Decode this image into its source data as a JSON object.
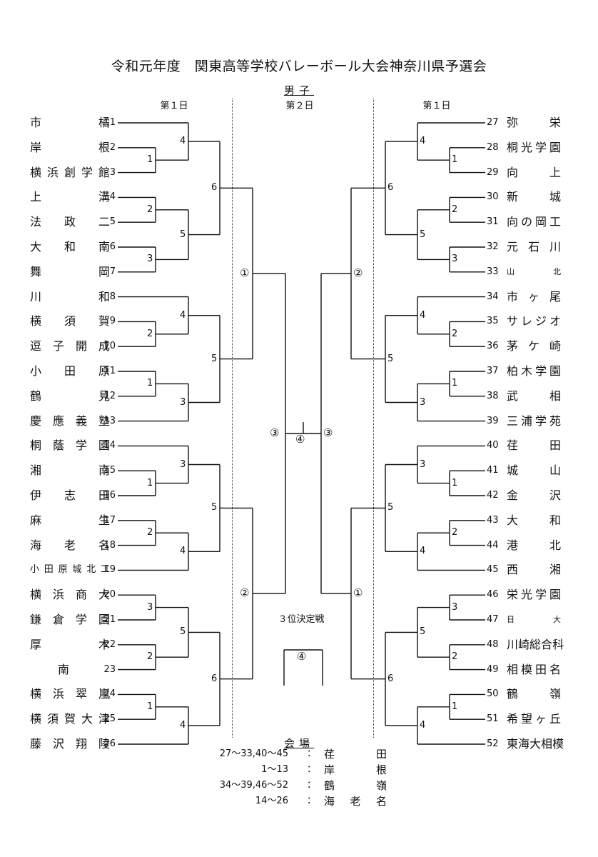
{
  "title": "令和元年度　関東高等学校バレーボール大会神奈川県予選会",
  "section": "男子",
  "day_headers": {
    "left": "第１日",
    "center": "第２日",
    "right": "第１日"
  },
  "left_teams": [
    {
      "no": "1",
      "name": "市橘"
    },
    {
      "no": "2",
      "name": "岸根"
    },
    {
      "no": "3",
      "name": "横浜創学館"
    },
    {
      "no": "4",
      "name": "上溝"
    },
    {
      "no": "5",
      "name": "法政二"
    },
    {
      "no": "6",
      "name": "大和南"
    },
    {
      "no": "7",
      "name": "舞岡"
    },
    {
      "no": "8",
      "name": "川和"
    },
    {
      "no": "9",
      "name": "横須賀"
    },
    {
      "no": "10",
      "name": "逗子開成"
    },
    {
      "no": "11",
      "name": "小田原"
    },
    {
      "no": "12",
      "name": "鶴見"
    },
    {
      "no": "13",
      "name": "慶應義塾"
    },
    {
      "no": "14",
      "name": "桐蔭学園"
    },
    {
      "no": "15",
      "name": "湘南"
    },
    {
      "no": "16",
      "name": "伊志田"
    },
    {
      "no": "17",
      "name": "麻生"
    },
    {
      "no": "18",
      "name": "海老名"
    },
    {
      "no": "19",
      "name": "小田原城北工"
    },
    {
      "no": "20",
      "name": "横浜商大"
    },
    {
      "no": "21",
      "name": "鎌倉学園"
    },
    {
      "no": "22",
      "name": "厚木"
    },
    {
      "no": "23",
      "name": "南"
    },
    {
      "no": "24",
      "name": "横浜翠嵐"
    },
    {
      "no": "25",
      "name": "横須賀大津"
    },
    {
      "no": "26",
      "name": "藤沢翔陵"
    }
  ],
  "right_teams": [
    {
      "no": "27",
      "name": "弥栄"
    },
    {
      "no": "28",
      "name": "桐光学園"
    },
    {
      "no": "29",
      "name": "向上"
    },
    {
      "no": "30",
      "name": "新城"
    },
    {
      "no": "31",
      "name": "向の岡工"
    },
    {
      "no": "32",
      "name": "元石川"
    },
    {
      "no": "33",
      "name": "山北"
    },
    {
      "no": "34",
      "name": "市ヶ尾"
    },
    {
      "no": "35",
      "name": "サレジオ"
    },
    {
      "no": "36",
      "name": "茅ケ崎"
    },
    {
      "no": "37",
      "name": "柏木学園"
    },
    {
      "no": "38",
      "name": "武相"
    },
    {
      "no": "39",
      "name": "三浦学苑"
    },
    {
      "no": "40",
      "name": "荏田"
    },
    {
      "no": "41",
      "name": "城山"
    },
    {
      "no": "42",
      "name": "金沢"
    },
    {
      "no": "43",
      "name": "大和"
    },
    {
      "no": "44",
      "name": "港北"
    },
    {
      "no": "45",
      "name": "西湘"
    },
    {
      "no": "46",
      "name": "栄光学園"
    },
    {
      "no": "47",
      "name": "日大"
    },
    {
      "no": "48",
      "name": "川崎総合科"
    },
    {
      "no": "49",
      "name": "相模田名"
    },
    {
      "no": "50",
      "name": "鶴嶺"
    },
    {
      "no": "51",
      "name": "希望ヶ丘"
    },
    {
      "no": "52",
      "name": "東海大相模"
    }
  ],
  "left_match_numbers": [
    "4",
    "1",
    "6",
    "2",
    "5",
    "3",
    "4",
    "2",
    "5",
    "1",
    "3",
    "3",
    "1",
    "5",
    "2",
    "4",
    "3",
    "5",
    "2",
    "6",
    "1",
    "4"
  ],
  "right_match_numbers": [
    "4",
    "1",
    "6",
    "2",
    "5",
    "3",
    "4",
    "2",
    "5",
    "1",
    "3",
    "3",
    "1",
    "5",
    "2",
    "4",
    "3",
    "5",
    "2",
    "6",
    "1",
    "4"
  ],
  "day2_matches": [
    "①",
    "②",
    "③",
    "④",
    "③",
    "②",
    "①",
    "④"
  ],
  "third_place_label": "３位決定戦",
  "venues_title": "会場",
  "venues": [
    {
      "range": "27～33,40～45",
      "separator": "：",
      "place": "荏田"
    },
    {
      "range": "1～13",
      "separator": "：",
      "place": "岸根"
    },
    {
      "range": "34～39,46～52",
      "separator": "：",
      "place": "鶴嶺"
    },
    {
      "range": "14～26",
      "separator": "：",
      "place": "海老名"
    }
  ]
}
